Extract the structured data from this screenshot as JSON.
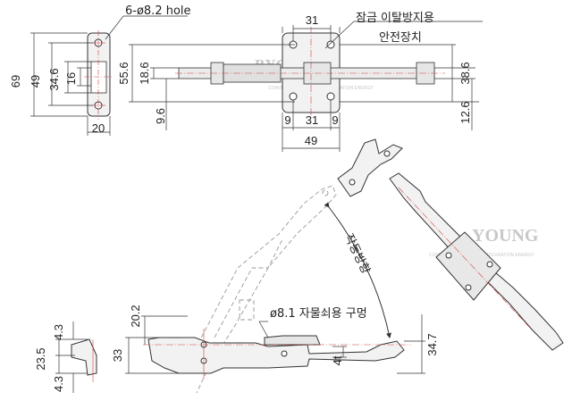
{
  "labels": {
    "hole_spec": "6-ø8.2 hole",
    "lock_device_line1": "잠금 이탈방지용",
    "lock_device_line2": "안전장치",
    "operating_direction": "작동방향",
    "pin_hole": "ø8.1 자물쇠용 구멍"
  },
  "dims": {
    "d69": "69",
    "d49_left": "49",
    "d34_6": "34.6",
    "d16": "16",
    "d20": "20",
    "d55_6": "55.6",
    "d18_6": "18.6",
    "d9_6": "9.6",
    "d31_top": "31",
    "d9_a": "9",
    "d31_mid": "31",
    "d9_b": "9",
    "d49_bottom": "49",
    "d38_6": "38.6",
    "d12_6": "12.6",
    "d4_3_top": "4.3",
    "d23_5": "23.5",
    "d4_3_bottom": "4.3",
    "d33": "33",
    "d20_2": "20.2",
    "d4t": "4t",
    "d34_7": "34.7"
  },
  "watermark": {
    "brand": "YOUNG",
    "brand_top": "BYOUNG",
    "tagline": "CONVENIENCE SERVICE INTEGRATION ENERGY"
  },
  "colors": {
    "line": "#333333",
    "hidden": "#999999",
    "center": "#d04040",
    "part": "#f2f2f2",
    "watermark": "#c8c8c8"
  }
}
